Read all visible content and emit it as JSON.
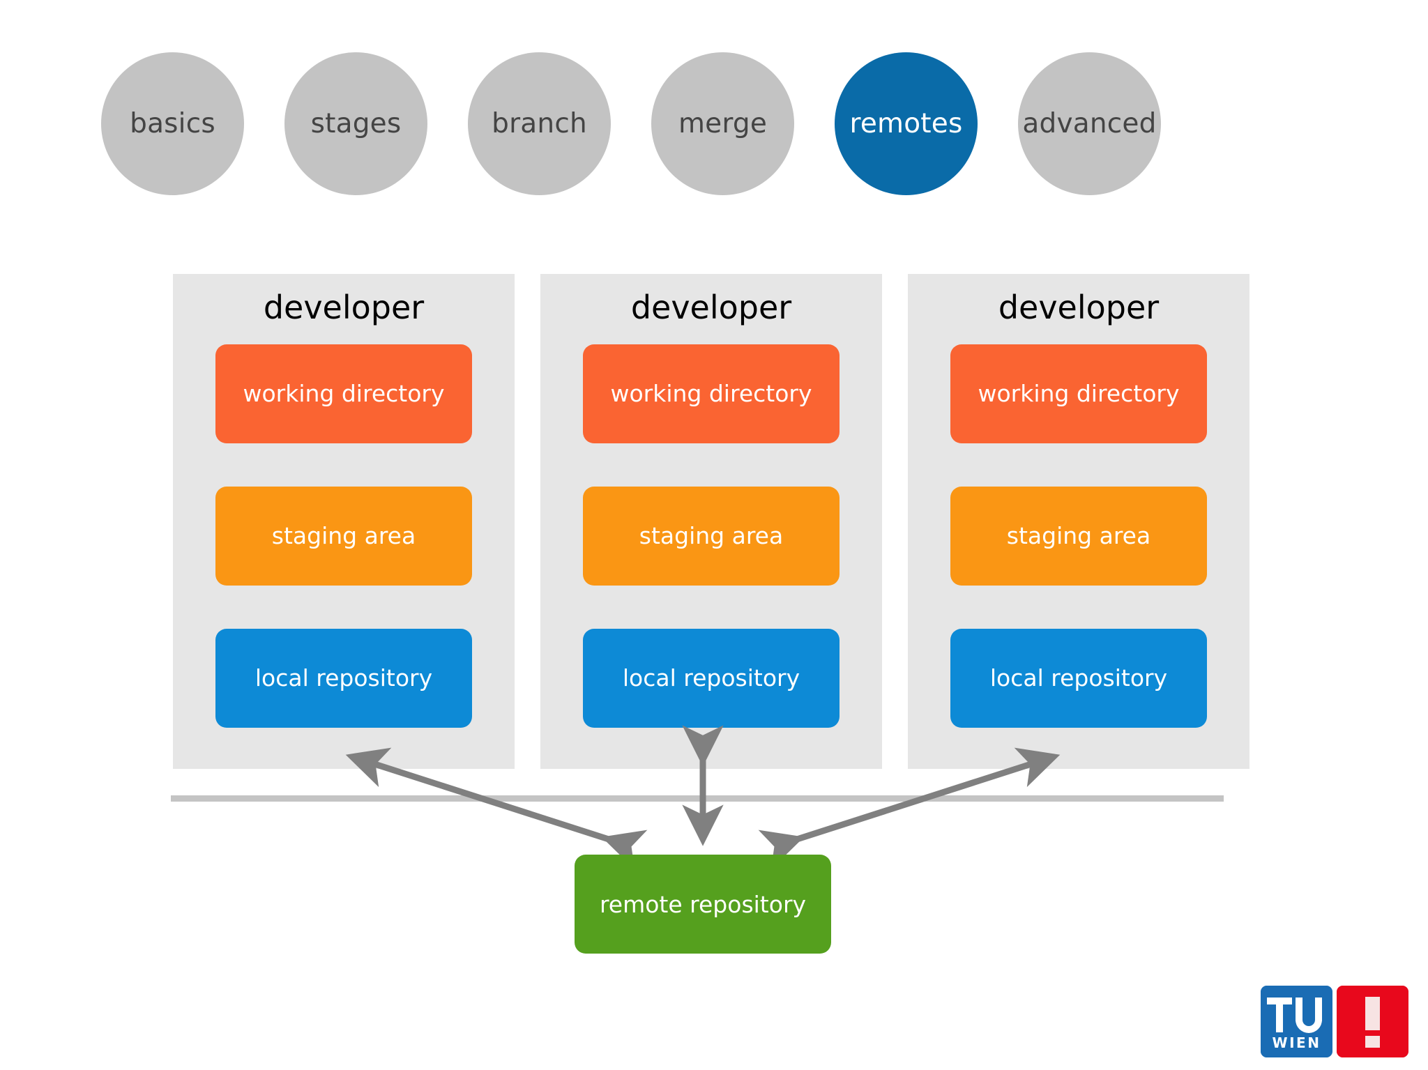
{
  "nav": {
    "items": [
      {
        "label": "basics",
        "state": "inactive"
      },
      {
        "label": "stages",
        "state": "inactive"
      },
      {
        "label": "branch",
        "state": "inactive"
      },
      {
        "label": "merge",
        "state": "inactive"
      },
      {
        "label": "remotes",
        "state": "active"
      },
      {
        "label": "advanced",
        "state": "inactive"
      }
    ],
    "active_label": "remotes",
    "inactive_color": "#c3c3c3",
    "active_color": "#0a6ba8"
  },
  "panels": [
    {
      "title": "developer",
      "boxes": [
        {
          "label": "working directory",
          "color": "#fa6432"
        },
        {
          "label": "staging area",
          "color": "#fa9614"
        },
        {
          "label": "local repository",
          "color": "#0d8ad6"
        }
      ]
    },
    {
      "title": "developer",
      "boxes": [
        {
          "label": "working directory",
          "color": "#fa6432"
        },
        {
          "label": "staging area",
          "color": "#fa9614"
        },
        {
          "label": "local repository",
          "color": "#0d8ad6"
        }
      ]
    },
    {
      "title": "developer",
      "boxes": [
        {
          "label": "working directory",
          "color": "#fa6432"
        },
        {
          "label": "staging area",
          "color": "#fa9614"
        },
        {
          "label": "local repository",
          "color": "#0d8ad6"
        }
      ]
    }
  ],
  "remote": {
    "label": "remote repository",
    "color": "#55a01e"
  },
  "connections": {
    "arrow_color": "#808080",
    "divider_color": "#c4c4c4",
    "arrows": [
      {
        "name": "developer-1-to-remote",
        "double_headed": true
      },
      {
        "name": "developer-2-to-remote",
        "double_headed": true
      },
      {
        "name": "developer-3-to-remote",
        "double_headed": true
      }
    ]
  },
  "logo": {
    "tu_text": "TU",
    "wien_text": "WIEN",
    "excl_text": "!",
    "tu_color": "#1a6cb4",
    "excl_color": "#e8081c"
  }
}
